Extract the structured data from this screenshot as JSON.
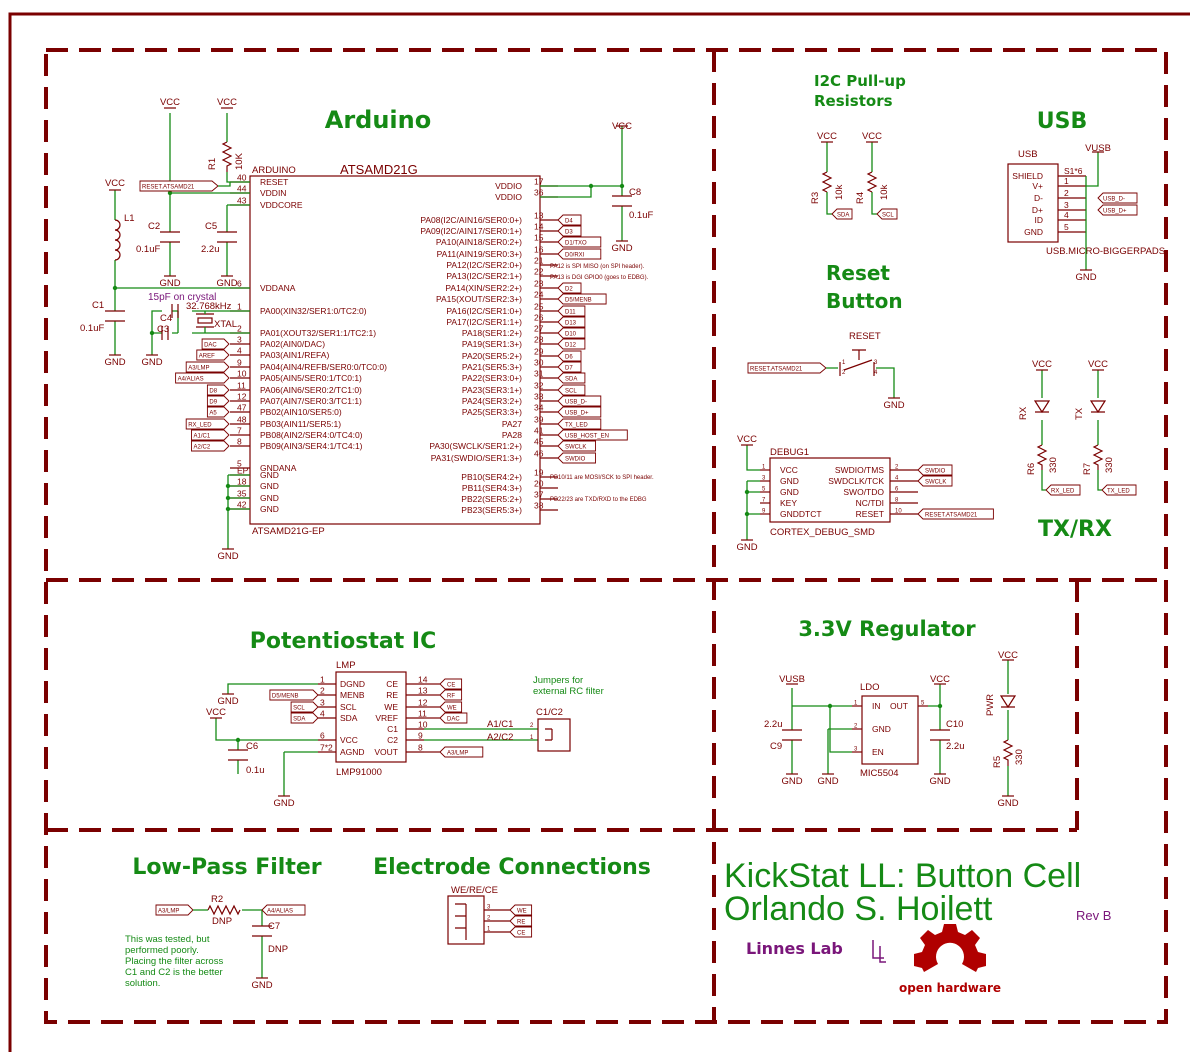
{
  "sections": {
    "arduino": "Arduino",
    "i2c": "I2C Pull-up\nResistors",
    "usb": "USB",
    "reset": "Reset\nButton",
    "txrx": "TX/RX",
    "potentiostat": "Potentiostat IC",
    "regulator": "3.3V Regulator",
    "lowpass": "Low-Pass Filter",
    "electrodes": "Electrode Connections"
  },
  "title_block": {
    "line1": "KickStat LL: Button Cell",
    "line2": "Orlando S. Hoilett",
    "rev": "Rev B",
    "lab": "Linnes Lab",
    "oshw": "open hardware"
  },
  "arduino": {
    "chip_name": "ARDUINO",
    "chip_value": "ATSAMD21G",
    "chip_footer": "ATSAMD21G-EP",
    "left_pins": [
      {
        "num": "40",
        "name": "RESET"
      },
      {
        "num": "44",
        "name": "VDDIN"
      },
      {
        "num": "43",
        "name": "VDDCORE"
      },
      {
        "num": "6",
        "name": "VDDANA"
      },
      {
        "num": "1",
        "name": "PA00(XIN32/SER1:0/TC2:0)"
      },
      {
        "num": "2",
        "name": "PA01(XOUT32/SER1:1/TC2:1)"
      },
      {
        "num": "3",
        "name": "PA02(AIN0/DAC)"
      },
      {
        "num": "4",
        "name": "PA03(AIN1/REFA)"
      },
      {
        "num": "9",
        "name": "PA04(AIN4/REFB/SER0:0/TC0:0)"
      },
      {
        "num": "10",
        "name": "PA05(AIN5/SER0:1/TC0:1)"
      },
      {
        "num": "11",
        "name": "PA06(AIN6/SER0:2/TC1:0)"
      },
      {
        "num": "12",
        "name": "PA07(AIN7/SER0:3/TC1:1)"
      },
      {
        "num": "47",
        "name": "PB02(AIN10/SER5:0)"
      },
      {
        "num": "48",
        "name": "PB03(AIN11/SER5:1)"
      },
      {
        "num": "7",
        "name": "PB08(AIN2/SER4:0/TC4:0)"
      },
      {
        "num": "8",
        "name": "PB09(AIN3/SER4:1/TC4:1)"
      },
      {
        "num": "5",
        "name": "GNDANA"
      },
      {
        "num": "EP",
        "name": "GND"
      },
      {
        "num": "18",
        "name": "GND"
      },
      {
        "num": "35",
        "name": "GND"
      },
      {
        "num": "42",
        "name": "GND"
      }
    ],
    "right_pins": [
      {
        "num": "17",
        "name": "VDDIO"
      },
      {
        "num": "36",
        "name": "VDDIO"
      },
      {
        "num": "13",
        "name": "PA08(I2C/AIN16/SER0:0+)"
      },
      {
        "num": "14",
        "name": "PA09(I2C/AIN17/SER0:1+)"
      },
      {
        "num": "15",
        "name": "PA10(AIN18/SER0:2+)"
      },
      {
        "num": "16",
        "name": "PA11(AIN19/SER0:3+)"
      },
      {
        "num": "21",
        "name": "PA12(I2C/SER2:0+)"
      },
      {
        "num": "22",
        "name": "PA13(I2C/SER2:1+)"
      },
      {
        "num": "23",
        "name": "PA14(XIN/SER2:2+)"
      },
      {
        "num": "24",
        "name": "PA15(XOUT/SER2:3+)"
      },
      {
        "num": "25",
        "name": "PA16(I2C/SER1:0+)"
      },
      {
        "num": "26",
        "name": "PA17(I2C/SER1:1+)"
      },
      {
        "num": "27",
        "name": "PA18(SER1:2+)"
      },
      {
        "num": "28",
        "name": "PA19(SER1:3+)"
      },
      {
        "num": "29",
        "name": "PA20(SER5:2+)"
      },
      {
        "num": "30",
        "name": "PA21(SER5:3+)"
      },
      {
        "num": "31",
        "name": "PA22(SER3:0+)"
      },
      {
        "num": "32",
        "name": "PA23(SER3:1+)"
      },
      {
        "num": "33",
        "name": "PA24(SER3:2+)"
      },
      {
        "num": "34",
        "name": "PA25(SER3:3+)"
      },
      {
        "num": "39",
        "name": "PA27"
      },
      {
        "num": "41",
        "name": "PA28"
      },
      {
        "num": "45",
        "name": "PA30(SWCLK/SER1:2+)"
      },
      {
        "num": "46",
        "name": "PA31(SWDIO/SER1:3+)"
      },
      {
        "num": "19",
        "name": "PB10(SER4:2+)"
      },
      {
        "num": "20",
        "name": "PB11(SER4:3+)"
      },
      {
        "num": "37",
        "name": "PB22(SER5:2+)"
      },
      {
        "num": "38",
        "name": "PB23(SER5:3+)"
      }
    ],
    "right_labels": [
      "D4",
      "D3",
      "D1/TXO",
      "D0/RXI",
      "",
      "",
      "D2",
      "D5/MENB",
      "D11",
      "D13",
      "D10",
      "D12",
      "D6",
      "D7",
      "SDA",
      "SCL",
      "USB_D-",
      "USB_D+",
      "TX_LED",
      "USB_HOST_EN",
      "SWCLK",
      "SWDIO",
      "",
      "",
      "",
      ""
    ],
    "left_labels": [
      "DAC",
      "AREF",
      "A3/LMP",
      "A4/ALIAS",
      "D8",
      "D9",
      "A5",
      "RX_LED",
      "A1/C1",
      "A2/C2"
    ],
    "reset_label": "RESET.ATSAMD21",
    "notes": {
      "pa12": "PA12 is SPI MISO (on SPI header).",
      "pa13": "PA13 is DGI GPIO0 (goes to EDBG).",
      "pb10": "PB10/11 are MOSI/SCK to SPI header.",
      "pb22": "PB22/23 are TXD/RXD to the EDBG"
    },
    "crystal_note": "15pF on crystal",
    "crystal_freq": "32.768kHz",
    "crystal_name": "XTAL",
    "parts": {
      "r1": "R1",
      "r1v": "10K",
      "c2": "C2",
      "c2v": "0.1uF",
      "c5": "C5",
      "c5v": "2.2u",
      "c1": "C1",
      "c1v": "0.1uF",
      "c8": "C8",
      "c8v": "0.1uF",
      "l1": "L1",
      "c3": "C3",
      "c4": "C4"
    }
  },
  "power": {
    "vcc": "VCC",
    "gnd": "GND",
    "vusb": "VUSB"
  },
  "i2c": {
    "r3": "R3",
    "r3v": "10k",
    "r4": "R4",
    "r4v": "10k",
    "sda": "SDA",
    "scl": "SCL"
  },
  "usb": {
    "name": "USB",
    "value": "USB.MICRO-BIGGERPADS",
    "pins": [
      {
        "name": "SHIELD",
        "num": "S1*6"
      },
      {
        "name": "V+",
        "num": "1"
      },
      {
        "name": "D-",
        "num": "2"
      },
      {
        "name": "D+",
        "num": "3"
      },
      {
        "name": "ID",
        "num": "4"
      },
      {
        "name": "GND",
        "num": "5"
      }
    ],
    "labels": [
      "USB_D-",
      "USB_D+"
    ]
  },
  "reset_button": {
    "name": "RESET",
    "label": "RESET.ATSAMD21",
    "pins": [
      "1",
      "2",
      "3",
      "4"
    ]
  },
  "debug": {
    "name": "DEBUG1",
    "value": "CORTEX_DEBUG_SMD",
    "left": [
      {
        "num": "1",
        "name": "VCC"
      },
      {
        "num": "3",
        "name": "GND"
      },
      {
        "num": "5",
        "name": "GND"
      },
      {
        "num": "7",
        "name": "KEY"
      },
      {
        "num": "9",
        "name": "GNDDTCT"
      }
    ],
    "right": [
      {
        "num": "2",
        "name": "SWDIO/TMS"
      },
      {
        "num": "4",
        "name": "SWDCLK/TCK"
      },
      {
        "num": "6",
        "name": "SWO/TDO"
      },
      {
        "num": "8",
        "name": "NC/TDI"
      },
      {
        "num": "10",
        "name": "RESET"
      }
    ],
    "labels": [
      "SWDIO",
      "SWCLK",
      "",
      "",
      "RESET.ATSAMD21"
    ]
  },
  "leds": {
    "rx": "RX",
    "tx": "TX",
    "r6": "R6",
    "r6v": "330",
    "r7": "R7",
    "r7v": "330",
    "rx_label": "RX_LED",
    "tx_label": "TX_LED"
  },
  "lmp": {
    "name": "LMP",
    "value": "LMP91000",
    "left": [
      {
        "num": "1",
        "name": "DGND"
      },
      {
        "num": "2",
        "name": "MENB"
      },
      {
        "num": "3",
        "name": "SCL"
      },
      {
        "num": "4",
        "name": "SDA"
      },
      {
        "num": "6",
        "name": "VCC"
      },
      {
        "num": "7*2",
        "name": "AGND"
      }
    ],
    "right": [
      {
        "num": "14",
        "name": "CE"
      },
      {
        "num": "13",
        "name": "RE"
      },
      {
        "num": "12",
        "name": "WE"
      },
      {
        "num": "11",
        "name": "VREF"
      },
      {
        "num": "10",
        "name": "C1"
      },
      {
        "num": "9",
        "name": "C2"
      },
      {
        "num": "8",
        "name": "VOUT"
      }
    ],
    "left_labels": [
      "",
      "D5/MENB",
      "SCL",
      "SDA"
    ],
    "right_labels": [
      "CE",
      "RF",
      "WE",
      "DAC"
    ],
    "vout_label": "A3/LMP",
    "c6": "C6",
    "c6v": "0.1u",
    "jumper_note": "Jumpers for\nexternal RC filter",
    "jumper": "C1/C2",
    "a1": "A1/C1",
    "a2": "A2/C2",
    "j1": "1",
    "j2": "2"
  },
  "regulator": {
    "name": "LDO",
    "value": "MIC5504",
    "pins": [
      {
        "num": "1",
        "name": "IN"
      },
      {
        "num": "2",
        "name": "GND"
      },
      {
        "num": "3",
        "name": "EN"
      },
      {
        "num": "5",
        "name": "OUT"
      }
    ],
    "c9": "C9",
    "c9v": "2.2u",
    "c10": "C10",
    "c10v": "2.2u",
    "pwr": "PWR",
    "r5": "R5",
    "r5v": "330"
  },
  "lowpass": {
    "in": "A3/LMP",
    "out": "A4/ALIAS",
    "r2": "R2",
    "r2v": "DNP",
    "c7": "C7",
    "c7v": "DNP",
    "note": "This was tested, but\nperformed poorly.\nPlacing the filter across\nC1 and C2 is the better\nsolution."
  },
  "electrodes": {
    "name": "WE/RE/CE",
    "pins": [
      "3",
      "2",
      "1"
    ],
    "labels": [
      "WE",
      "RE",
      "CE"
    ]
  }
}
